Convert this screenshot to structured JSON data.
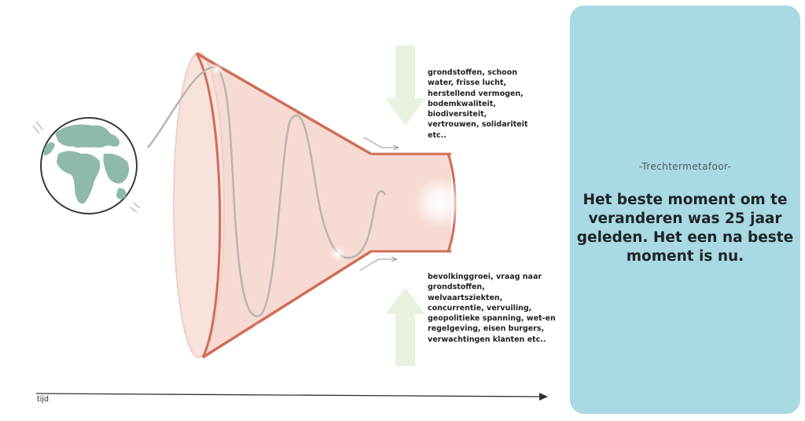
{
  "diagram": {
    "resources_text": "grondstoffen, schoon\nwater, frisse lucht,\nherstellend vermogen,\nbodemkwaliteit,\nbiodiversiteit,\nvertrouwen, solidariteit\netc..",
    "pressures_text": "bevolkinggroei, vraag naar\ngrondstoffen, welvaartsziekten,\nconcurrentie, vervuiling,\ngeopolitieke spanning, wet-en\nregelgeving, eisen burgers,\nverwachtingen klanten etc..",
    "axis_label": "tijd"
  },
  "panel": {
    "subtitle": "-Trechtermetafoor-",
    "quote": "Het beste moment om te veranderen was 25 jaar geleden. Het een na beste moment is nu."
  },
  "colors": {
    "funnel_fill": "#f6d3cc",
    "funnel_outline": "#cf6e58",
    "arrow_green": "#e9f2e1",
    "globe_ocean": "#ffffff",
    "globe_land": "#8fb9aa",
    "panel_background": "#a9d9e3"
  }
}
